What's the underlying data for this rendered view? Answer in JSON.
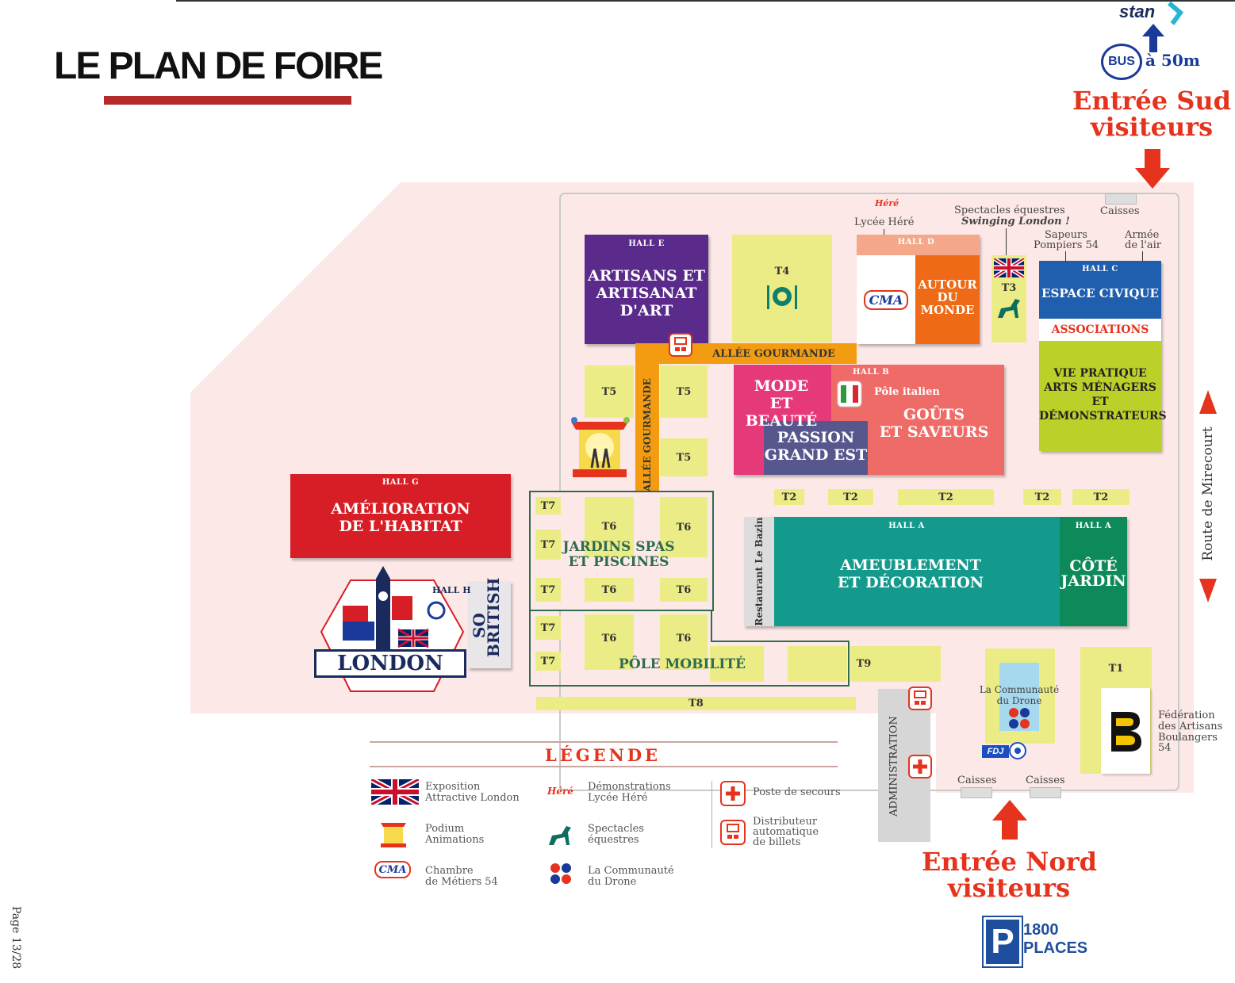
{
  "title": "LE PLAN DE FOIRE",
  "page_number": "Page 13/28",
  "colors": {
    "accent_red": "#e5331d",
    "title_underline": "#b52b2b",
    "ground": "#fce9e7",
    "stand": "#ecec86",
    "allee": "#f39c12"
  },
  "transport": {
    "brand": "stan",
    "bus_label": "BUS",
    "bus_distance": "à 50m",
    "parking_letter": "P",
    "parking_count": "1800",
    "parking_unit": "PLACES"
  },
  "entrances": {
    "south_line1": "Entrée Sud",
    "south_line2": "visiteurs",
    "north_line1": "Entrée Nord",
    "north_line2": "visiteurs"
  },
  "road": "Route de Mirecourt",
  "halls": {
    "e": {
      "label": "HALL E",
      "title": [
        "ARTISANS ET",
        "ARTISANAT",
        "D'ART"
      ]
    },
    "d": {
      "label": "HALL D",
      "title": [
        "AUTOUR",
        "DU MONDE"
      ]
    },
    "c": {
      "label": "HALL C",
      "title": [
        "ESPACE CIVIQUE"
      ],
      "sub": "ASSOCIATIONS",
      "bottom": [
        "VIE PRATIQUE",
        "ARTS MÉNAGERS",
        "ET",
        "DÉMONSTRATEURS"
      ]
    },
    "b": {
      "label": "HALL B",
      "mode": [
        "MODE",
        "ET BEAUTÉ"
      ],
      "passion": [
        "PASSION",
        "GRAND EST"
      ],
      "gouts": [
        "GOÛTS",
        "ET SAVEURS"
      ],
      "italien": "Pôle italien"
    },
    "g": {
      "label": "HALL G",
      "title": [
        "AMÉLIORATION",
        "DE L'HABITAT"
      ]
    },
    "a": {
      "label": "HALL A",
      "title": [
        "AMEUBLEMENT",
        "ET DÉCORATION"
      ],
      "jardin_label": "HALL A",
      "jardin": [
        "CÔTÉ",
        "JARDIN"
      ],
      "restaurant": "Restaurant Le Bazin"
    },
    "h": {
      "label": "HALL H",
      "title": [
        "SO",
        "BRITISH"
      ],
      "london": "LONDON"
    }
  },
  "zones": {
    "jardins": [
      "JARDINS SPAS",
      "ET PISCINES"
    ],
    "mobilite": "PÔLE MOBILITÉ",
    "allee_h": "ALLÉE GOURMANDE",
    "allee_v": "ALLÉE GOURMANDE",
    "administration": "ADMINISTRATION",
    "drone": [
      "La Communauté",
      "du Drone"
    ],
    "fdj": "FDJ"
  },
  "stands": {
    "t1": "T1",
    "t2": "T2",
    "t3": "T3",
    "t4": "T4",
    "t5": "T5",
    "t6": "T6",
    "t7": "T7",
    "t8": "T8",
    "t9": "T9"
  },
  "site_labels": {
    "here_logo": "Héré",
    "lycee": "Lycée Héré",
    "spectacles": [
      "Spectacles équestres",
      "Swinging London !"
    ],
    "pompiers": [
      "Sapeurs",
      "Pompiers 54"
    ],
    "armee": [
      "Armée",
      "de l'air"
    ],
    "caisses": "Caisses",
    "federation": [
      "Fédération",
      "des Artisans",
      "Boulangers",
      "54"
    ],
    "cma": "CMA"
  },
  "legend": {
    "title": "LÉGENDE",
    "items": {
      "london": [
        "Exposition",
        "Attractive London"
      ],
      "podium": [
        "Podium",
        "Animations"
      ],
      "cma": [
        "Chambre",
        "de Métiers 54"
      ],
      "here": [
        "Démonstrations",
        "Lycée Héré"
      ],
      "spectacles": [
        "Spectacles",
        "équestres"
      ],
      "drone": [
        "La Communauté",
        "du Drone"
      ],
      "secours": [
        "Poste de secours"
      ],
      "distributeur": [
        "Distributeur",
        "automatique",
        "de billets"
      ]
    }
  }
}
